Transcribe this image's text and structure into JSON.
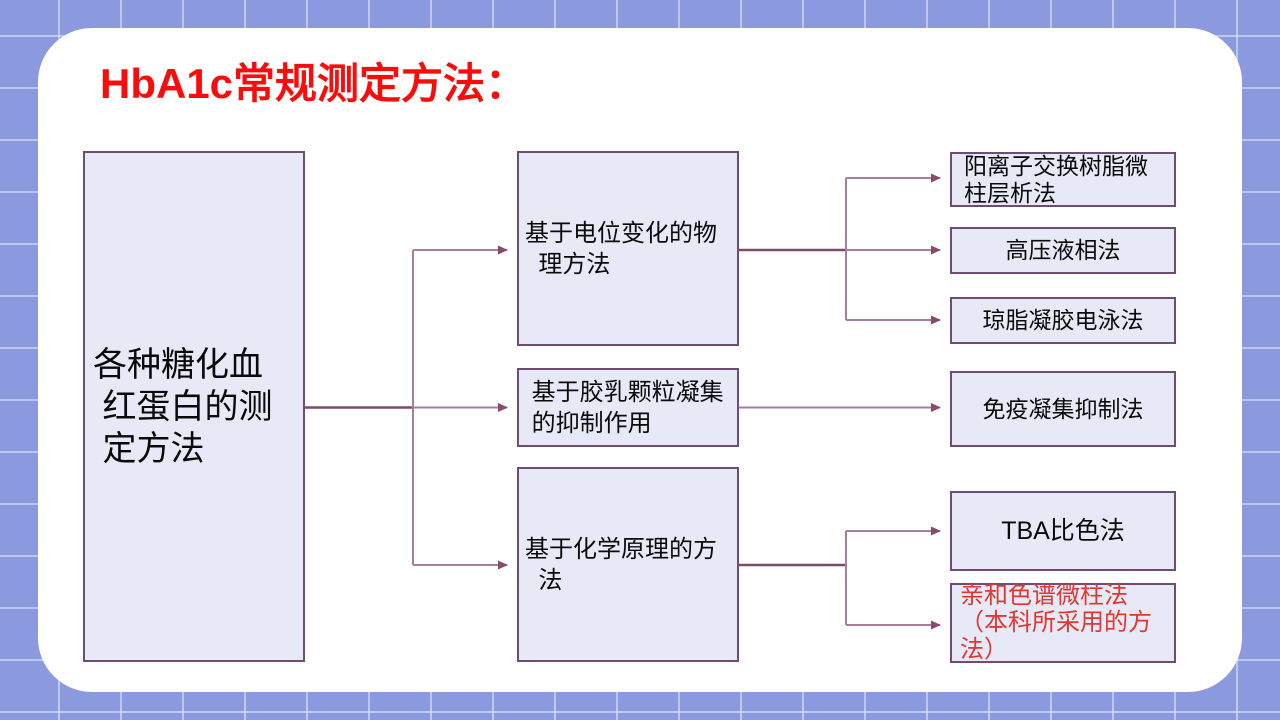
{
  "title": {
    "text": "HbA1c常规测定方法："
  },
  "colors": {
    "bg": "#8B99DF",
    "grid_line": "#FFFFFF73",
    "card": "#FFFFFF",
    "box_fill": "#E7E9F7",
    "box_border": "#6F4C72",
    "connector": "#A87E9F",
    "connector_dark": "#7B4A6D",
    "arrow": "#8A4A6E",
    "title_red": "#FB0C0C",
    "highlight_red": "#DE3831"
  },
  "flowchart": {
    "root": {
      "label": "各种糖化血\n 红蛋白的测\n 定方法"
    },
    "methods": [
      {
        "label": "基于电位变化的物\n  理方法",
        "outputs": [
          0,
          1,
          2
        ]
      },
      {
        "label": " 基于胶乳颗粒凝集\n 的抑制作用",
        "outputs": [
          3
        ]
      },
      {
        "label": "基于化学原理的方\n  法",
        "outputs": [
          4,
          5
        ]
      }
    ],
    "results": [
      {
        "label": "阳离子交换树脂微\n柱层析法",
        "highlight": false
      },
      {
        "label": "高压液相法",
        "highlight": false
      },
      {
        "label": "琼脂凝胶电泳法",
        "highlight": false
      },
      {
        "label": "免疫凝集抑制法",
        "highlight": false
      },
      {
        "label": "TBA比色法",
        "highlight": false
      },
      {
        "label": "亲和色谱微柱法\n（本科所采用的方\n法）",
        "highlight": true
      }
    ]
  }
}
